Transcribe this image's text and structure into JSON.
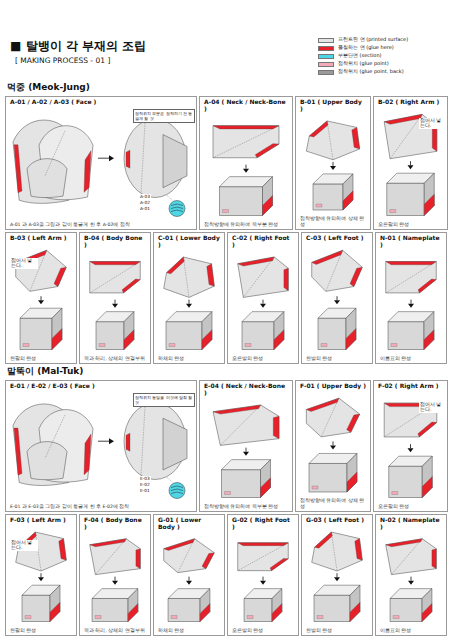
{
  "diagram": {
    "title": "■ 탈뱅이 각 부재의 조립",
    "nodes": [
      {
        "text": [
          "A-01 / A-02 / A-03 ( Face )",
          "A-01 과 A-03을 그림과 같이 동글게 한 후 A-02에 접착"
        ]
      },
      {
        "text": [
          "A-04 ( Neck / Neck-Bone )",
          "접착방향에 유의하여 목부분 완성"
        ]
      },
      {
        "text": [
          "B-01 ( Upper Body )",
          "접착방향에 유의하여 상체 완성"
        ]
      },
      {
        "text": [
          "B-02 ( Right Arm )",
          "오른팔의 완성"
        ]
      },
      {
        "text": [
          "B-03 ( Left Arm )",
          "왼팔의 완성"
        ]
      },
      {
        "text": [
          "B-04 ( Body Bone )",
          "목과 허리, 상체의 연결부위"
        ]
      },
      {
        "text": [
          "C-01 ( Lower Body )",
          "하체의 완성"
        ]
      },
      {
        "text": [
          "C-02 ( Right Foot )",
          "오른발의 완성"
        ]
      },
      {
        "text": [
          "C-03 ( Left Foot )",
          "왼발의 완성"
        ]
      },
      {
        "text": [
          "N-01 ( Nameplate )",
          "이름표의 완성"
        ]
      },
      {
        "text": [
          "E-01 / E-02 / E-03 ( Face )",
          "E-01 과 E-03을 그림과 같이 동글게 한 후 E-02에 접착"
        ]
      },
      {
        "text": [
          "E-04 ( Neck / Neck-Bone )",
          "접착방향에 유의하여 목부분 완성"
        ]
      },
      {
        "text": [
          "F-01 ( Upper Body )",
          "접착방향에 유의하여 상체 완성"
        ]
      },
      {
        "text": [
          "F-02 ( Right Arm )",
          "오른팔의 완성"
        ]
      },
      {
        "text": [
          "F-03 ( Left Arm )",
          "왼팔의 완성"
        ]
      },
      {
        "text": [
          "F-04 ( Body Bone )",
          "목과 허리, 상체의 연결부위"
        ]
      },
      {
        "text": [
          "G-01 ( Lower Body )",
          "하체의 완성"
        ]
      },
      {
        "text": [
          "G-02 ( Right Foot )",
          "오른발의 완성"
        ]
      },
      {
        "text": [
          "G-03 ( Left Foot )",
          "왼발의 완성"
        ]
      },
      {
        "text": [
          "N-02 ( Nameplate )",
          "이름표의 완성"
        ]
      }
    ],
    "labels": [
      "[ MAKING PROCESS - 01 ]",
      "먹중 (Meok-Jung)",
      "접착위치 부분은 접착하기 전 동글게 할 것",
      "A-03",
      "A-02",
      "A-01",
      "접어서 넣는다.",
      "접어서 넣는다.",
      "말뚝이 (Mal-Tuk)",
      "접착위치 동일을 이것에 맞춰 할 것",
      "E-03",
      "E-02",
      "E-01",
      "접어서 넣는다.",
      "접어서 넣는다."
    ],
    "legend": [
      {
        "text": "프린트된 면 (printed surface)",
        "color": "#e4e4e4"
      },
      {
        "text": "풀칠하는 면 (glue here)",
        "color": "#e8202a"
      },
      {
        "text": "부분단면 (section)",
        "color": "#4fd6e6"
      },
      {
        "text": "접착위치 (glue point)",
        "color": "#f4a9b8"
      },
      {
        "text": "접착위치 (glue point, back)",
        "color": "#9a9a9a"
      }
    ]
  }
}
